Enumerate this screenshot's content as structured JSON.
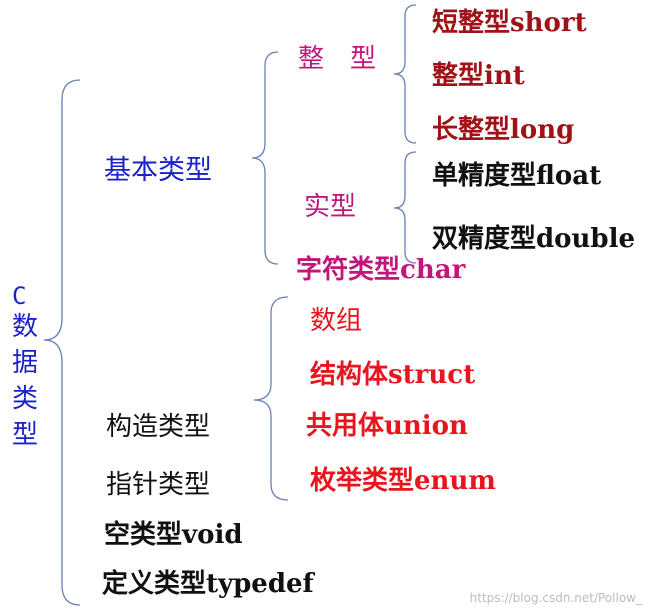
{
  "root": {
    "lines": [
      "C",
      "数",
      "据",
      "类",
      "型"
    ]
  },
  "level1": {
    "basic": "基本类型",
    "constructed": "构造类型",
    "pointer": "指针类型",
    "void": "空类型void",
    "typedef": "定义类型typedef"
  },
  "basic_types": {
    "integer": "整　型",
    "real": "实型",
    "char": "字符类型char"
  },
  "integer_types": [
    "短整型short",
    "整型int",
    "长整型long"
  ],
  "real_types": [
    "单精度型float",
    "双精度型double"
  ],
  "constructed_types": [
    "数组",
    "结构体struct",
    "共用体union",
    "枚举类型enum"
  ],
  "watermark": "https://blog.csdn.net/Pollow_",
  "colors": {
    "blue": "#1a22c8",
    "black": "#111111",
    "red": "#e8141e",
    "dark_red": "#a01218",
    "magenta": "#c0187a",
    "brace": "#6a7fb5"
  }
}
